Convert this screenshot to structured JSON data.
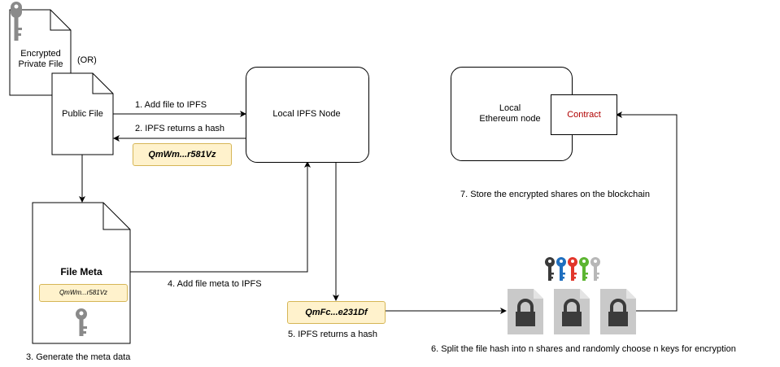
{
  "files": {
    "encrypted_private": "Encrypted\nPrivate File",
    "or_label": "(OR)",
    "public": "Public File",
    "meta_title": "File Meta",
    "meta_hash": "QmWm...r581Vz"
  },
  "nodes": {
    "ipfs": "Local IPFS Node",
    "ethereum": "Local\nEthereum node",
    "contract": "Contract"
  },
  "hashes": {
    "file_hash": "QmWm...r581Vz",
    "meta_hash": "QmFc...e231Df"
  },
  "steps": {
    "s1": "1. Add file to IPFS",
    "s2": "2. IPFS returns a hash",
    "s3": "3. Generate the meta data",
    "s4": "4. Add file meta to IPFS",
    "s5": "5. IPFS returns a hash",
    "s6": "6. Split the file hash into n shares and randomly choose n keys for encryption",
    "s7": "7. Store the encrypted shares on the blockchain"
  },
  "colors": {
    "hash_fill": "#fff2cc",
    "hash_border": "#d6b656",
    "contract_text": "#b00000",
    "key_colors": [
      "#3a3a3a",
      "#1f6fbf",
      "#e2362b",
      "#5cb531",
      "#b7b7b7"
    ],
    "lock_file_gray": "#c9c9c9",
    "lock_dark": "#3b3b3b"
  }
}
